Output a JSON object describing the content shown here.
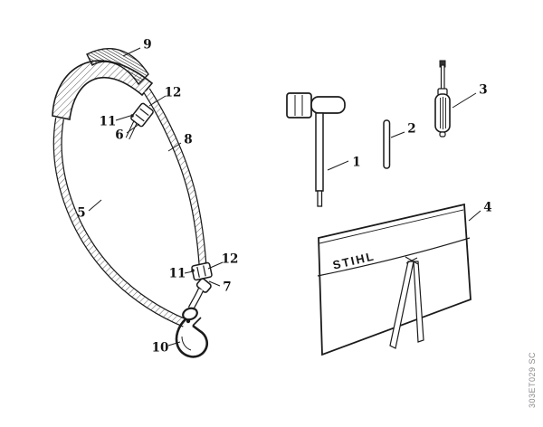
{
  "diagram": {
    "brand_label": "STIHL",
    "side_code": "303ET029 SC",
    "colors": {
      "ink": "#1b1b1b",
      "background": "#ffffff",
      "code_gray": "#8a8a8a"
    },
    "callouts": [
      {
        "label": "9"
      },
      {
        "label": "12"
      },
      {
        "label": "11"
      },
      {
        "label": "6"
      },
      {
        "label": "8"
      },
      {
        "label": "5"
      },
      {
        "label": "12"
      },
      {
        "label": "11"
      },
      {
        "label": "7"
      },
      {
        "label": "10"
      },
      {
        "label": "1"
      },
      {
        "label": "2"
      },
      {
        "label": "3"
      },
      {
        "label": "4"
      }
    ]
  }
}
